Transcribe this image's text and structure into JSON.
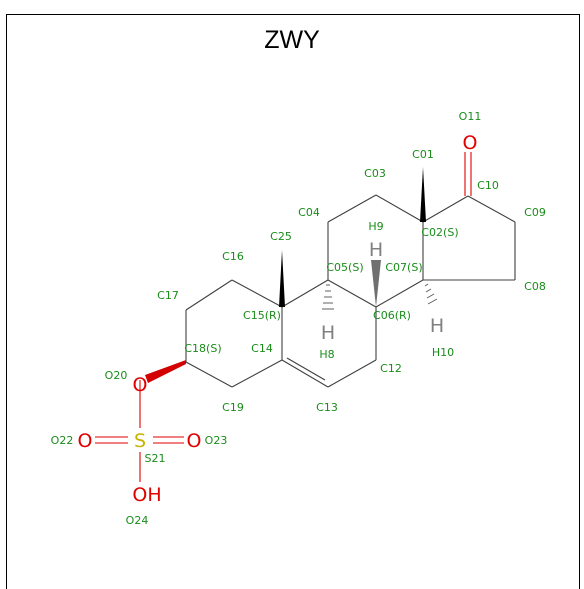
{
  "title": "ZWY",
  "colors": {
    "label": "#1a8c1a",
    "oxygen": "#e00000",
    "sulfur": "#c8b400",
    "hydrogen": "#808080",
    "bond": "#404040"
  },
  "atom_labels": {
    "O11": "O11",
    "C01": "C01",
    "C10": "C10",
    "C03": "C03",
    "C04": "C04",
    "C09": "C09",
    "H9": "H9",
    "C02": "C02(S)",
    "C25": "C25",
    "C16": "C16",
    "C05": "C05(S)",
    "C07": "C07(S)",
    "C17": "C17",
    "C15": "C15(R)",
    "C06": "C06(R)",
    "C08": "C08",
    "C14": "C14",
    "C18": "C18(S)",
    "H8": "H8",
    "H10": "H10",
    "O20": "O20",
    "C12": "C12",
    "C19": "C19",
    "C13": "C13",
    "O22": "O22",
    "O23": "O23",
    "S21": "S21",
    "O24": "O24"
  },
  "element_symbols": {
    "O": "O",
    "S": "S",
    "H": "H",
    "OH": "OH"
  }
}
